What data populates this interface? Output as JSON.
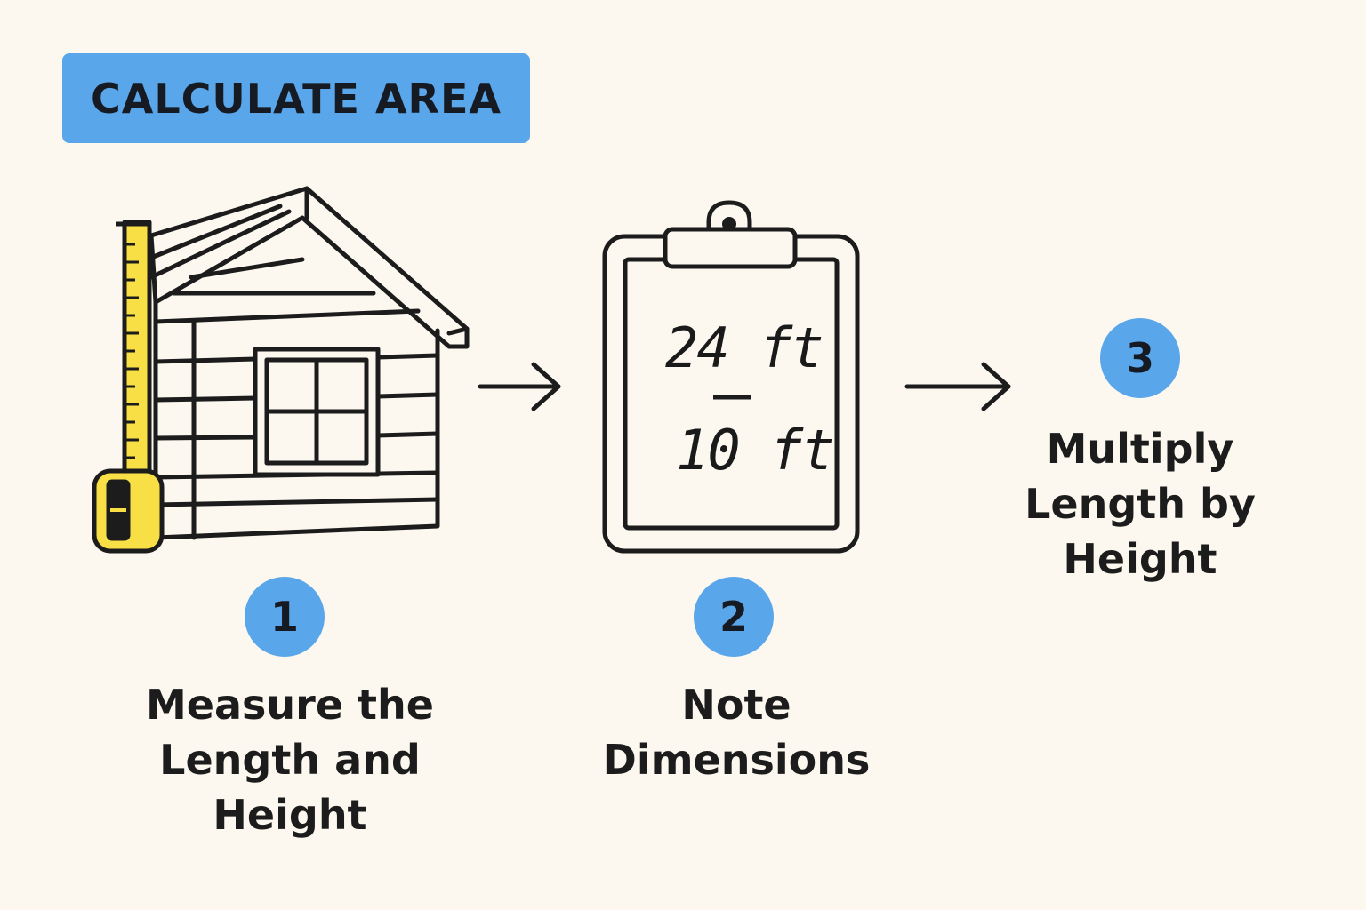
{
  "title": "CALCULATE AREA",
  "clipboard": {
    "length": "24 ft",
    "height": "10 ft"
  },
  "steps": [
    {
      "number": "1",
      "lines": [
        "Measure the",
        "Length and",
        "Height"
      ]
    },
    {
      "number": "2",
      "lines": [
        "Note",
        "Dimensions"
      ]
    },
    {
      "number": "3",
      "lines": [
        "Multiply",
        "Length by",
        "Height"
      ]
    }
  ],
  "icons": [
    "house-icon",
    "tape-measure-icon",
    "clipboard-icon",
    "arrow-right-icon"
  ],
  "colors": {
    "accent": "#5aa6ea",
    "tape": "#f7df45",
    "background": "#fcf8f0",
    "ink": "#1c1c1c"
  }
}
